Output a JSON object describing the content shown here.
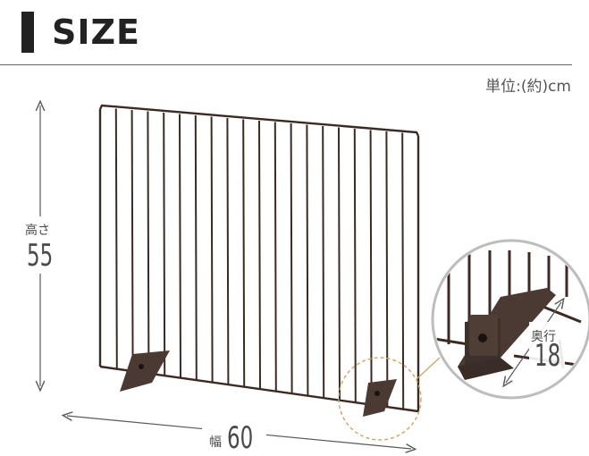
{
  "header": {
    "title": "SIZE"
  },
  "unit_note": "単位:(約)cm",
  "dimensions": {
    "height": {
      "label": "高さ",
      "value": "55"
    },
    "width": {
      "label": "幅",
      "value": "60"
    },
    "depth": {
      "label": "奥行",
      "value": "18"
    }
  },
  "colors": {
    "wire": "#3b2a24",
    "foot": "#4a3a33",
    "accent": "#c9a56a",
    "line": "#5a5a5a"
  }
}
